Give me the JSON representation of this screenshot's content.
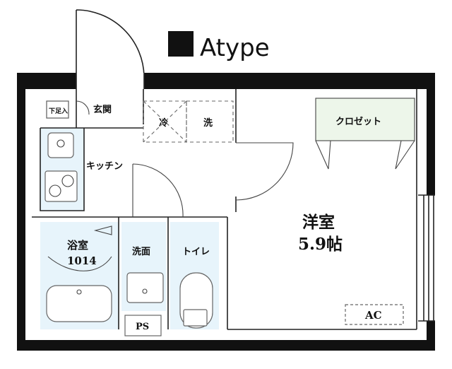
{
  "title": "Atype",
  "rooms": {
    "shoe_box": "下足入",
    "entrance": "玄関",
    "fridge": "冷",
    "washer": "洗",
    "kitchen": "キッチン",
    "bath": "浴室",
    "bath_size": "1014",
    "washroom": "洗面",
    "toilet": "トイレ",
    "ps": "PS",
    "closet": "クロゼット",
    "western_room": "洋室",
    "western_size": "5.9帖",
    "ac": "AC"
  },
  "colors": {
    "wall": "#111111",
    "wet_area": "#e7f4fb",
    "closet": "#edf6ea"
  }
}
